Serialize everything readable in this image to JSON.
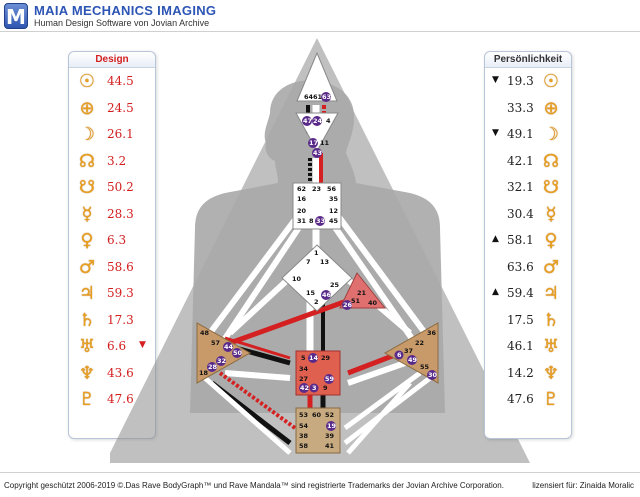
{
  "header": {
    "logo_letter": "M",
    "title": "MAIA MECHANICS IMAGING",
    "subtitle": "Human Design Software von Jovian Archive"
  },
  "design_panel": {
    "title": "Design",
    "rows": [
      {
        "icon": "sun-icon",
        "glyph": "☉",
        "value": "44.5",
        "arrow": ""
      },
      {
        "icon": "earth-icon",
        "glyph": "⊕",
        "value": "24.5",
        "arrow": ""
      },
      {
        "icon": "moon-icon",
        "glyph": "☽",
        "value": "26.1",
        "arrow": ""
      },
      {
        "icon": "north-node-icon",
        "glyph": "☊",
        "value": "3.2",
        "arrow": ""
      },
      {
        "icon": "south-node-icon",
        "glyph": "☋",
        "value": "50.2",
        "arrow": ""
      },
      {
        "icon": "mercury-icon",
        "glyph": "☿",
        "value": "28.3",
        "arrow": ""
      },
      {
        "icon": "venus-icon",
        "glyph": "♀",
        "value": "6.3",
        "arrow": ""
      },
      {
        "icon": "mars-icon",
        "glyph": "♂",
        "value": "58.6",
        "arrow": ""
      },
      {
        "icon": "jupiter-icon",
        "glyph": "♃",
        "value": "59.3",
        "arrow": ""
      },
      {
        "icon": "saturn-icon",
        "glyph": "♄",
        "value": "17.3",
        "arrow": ""
      },
      {
        "icon": "uranus-icon",
        "glyph": "♅",
        "value": "6.6",
        "arrow": "▼"
      },
      {
        "icon": "neptune-icon",
        "glyph": "♆",
        "value": "43.6",
        "arrow": ""
      },
      {
        "icon": "pluto-icon",
        "glyph": "♇",
        "value": "47.6",
        "arrow": ""
      }
    ]
  },
  "personality_panel": {
    "title": "Persönlichkeit",
    "rows": [
      {
        "icon": "sun-icon",
        "glyph": "☉",
        "value": "19.3",
        "arrow": "▼"
      },
      {
        "icon": "earth-icon",
        "glyph": "⊕",
        "value": "33.3",
        "arrow": ""
      },
      {
        "icon": "moon-icon",
        "glyph": "☽",
        "value": "49.1",
        "arrow": "▼"
      },
      {
        "icon": "north-node-icon",
        "glyph": "☊",
        "value": "42.1",
        "arrow": ""
      },
      {
        "icon": "south-node-icon",
        "glyph": "☋",
        "value": "32.1",
        "arrow": ""
      },
      {
        "icon": "mercury-icon",
        "glyph": "☿",
        "value": "30.4",
        "arrow": ""
      },
      {
        "icon": "venus-icon",
        "glyph": "♀",
        "value": "58.1",
        "arrow": "▲"
      },
      {
        "icon": "mars-icon",
        "glyph": "♂",
        "value": "63.6",
        "arrow": ""
      },
      {
        "icon": "jupiter-icon",
        "glyph": "♃",
        "value": "59.4",
        "arrow": "▲"
      },
      {
        "icon": "saturn-icon",
        "glyph": "♄",
        "value": "17.5",
        "arrow": ""
      },
      {
        "icon": "uranus-icon",
        "glyph": "♅",
        "value": "46.1",
        "arrow": ""
      },
      {
        "icon": "neptune-icon",
        "glyph": "♆",
        "value": "14.2",
        "arrow": ""
      },
      {
        "icon": "pluto-icon",
        "glyph": "♇",
        "value": "47.6",
        "arrow": ""
      }
    ]
  },
  "bodygraph": {
    "colors": {
      "design": "#d42020",
      "personality": "#111111",
      "defined_center": "#c89a6a",
      "sacral": "#e06050",
      "spleen": "#c89a6a",
      "gate_circle": "#5a2a8a",
      "silhouette": "#8a8a8a"
    },
    "head_gates": [
      "64",
      "61",
      "63"
    ],
    "ajna_gates": [
      "47",
      "24",
      "4",
      "17",
      "11",
      "43"
    ],
    "throat_gates": [
      "62",
      "23",
      "56",
      "16",
      "35",
      "20",
      "31",
      "8",
      "33",
      "12",
      "45"
    ],
    "g_gates": [
      "1",
      "7",
      "13",
      "10",
      "15",
      "2",
      "25",
      "46"
    ],
    "ego_gates": [
      "21",
      "51",
      "26",
      "40"
    ],
    "spleen_gates": [
      "48",
      "57",
      "44",
      "50",
      "32",
      "28",
      "18"
    ],
    "solar_gates": [
      "36",
      "22",
      "37",
      "6",
      "49",
      "55",
      "30"
    ],
    "sacral_gates": [
      "5",
      "14",
      "29",
      "34",
      "27",
      "59",
      "42",
      "3",
      "9"
    ],
    "root_gates": [
      "53",
      "60",
      "52",
      "54",
      "19",
      "38",
      "39",
      "58",
      "41"
    ]
  },
  "footer": {
    "copyright": "Copyright geschützt 2006-2019 ©.Das Rave BodyGraph™ und Rave Mandala™ sind registrierte Trademarks der Jovian Archive Corporation.",
    "license": "lizensiert für: Zinaida Moralic"
  }
}
